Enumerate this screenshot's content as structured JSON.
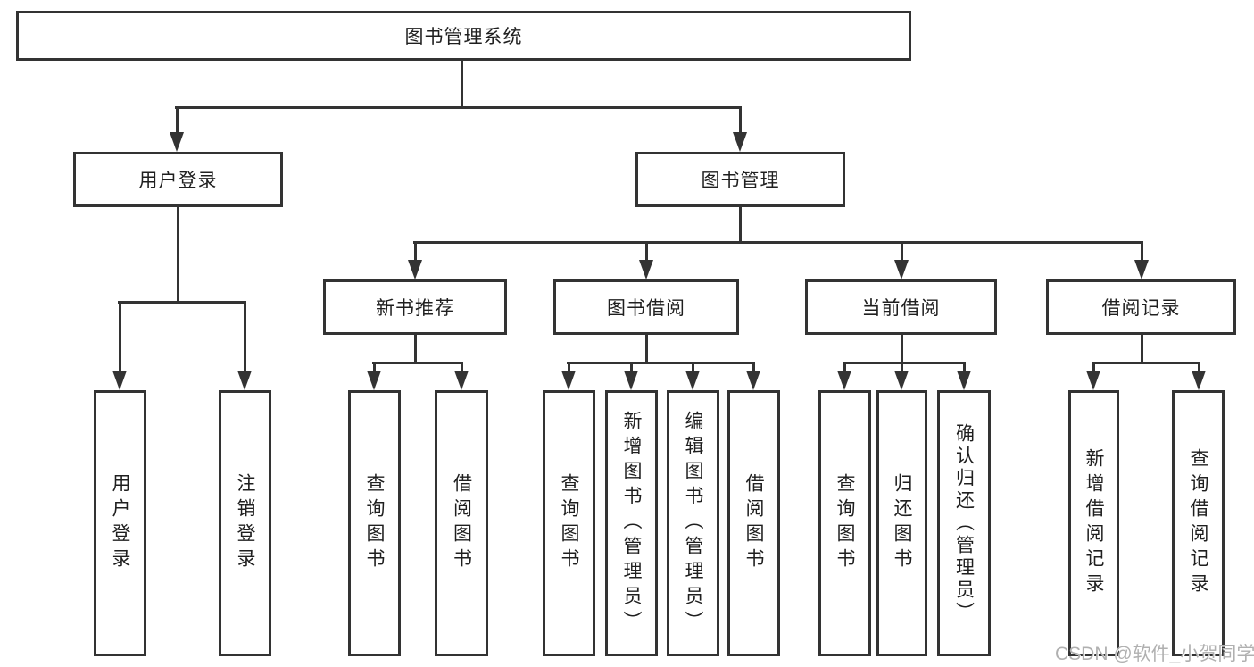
{
  "diagram": {
    "nodes": {
      "root": "图书管理系统",
      "user_login": "用户登录",
      "book_mgmt": "图书管理",
      "new_book_rec": "新书推荐",
      "book_borrow": "图书借阅",
      "current_borrow": "当前借阅",
      "borrow_records": "借阅记录",
      "leaf_user_login": "用户登录",
      "leaf_logout": "注销登录",
      "leaf_rec_query_books": "查询图书",
      "leaf_rec_borrow_books": "借阅图书",
      "leaf_bb_query_books": "查询图书",
      "leaf_bb_add_books": "新增图书（管理员）",
      "leaf_bb_edit_books": "编辑图书（管理员）",
      "leaf_bb_borrow_books": "借阅图书",
      "leaf_cb_query_books": "查询图书",
      "leaf_cb_return_books": "归还图书",
      "leaf_cb_confirm_return": "确认归还（管理员）",
      "leaf_br_add_record": "新增借阅记录",
      "leaf_br_query_record": "查询借阅记录"
    },
    "watermark": "CSDN @软件_小贺同学",
    "colors": {
      "line": "#333333",
      "box_border": "#333333",
      "text": "#1f1f1f",
      "background": "#ffffff",
      "watermark": "#b0b0b0"
    }
  }
}
